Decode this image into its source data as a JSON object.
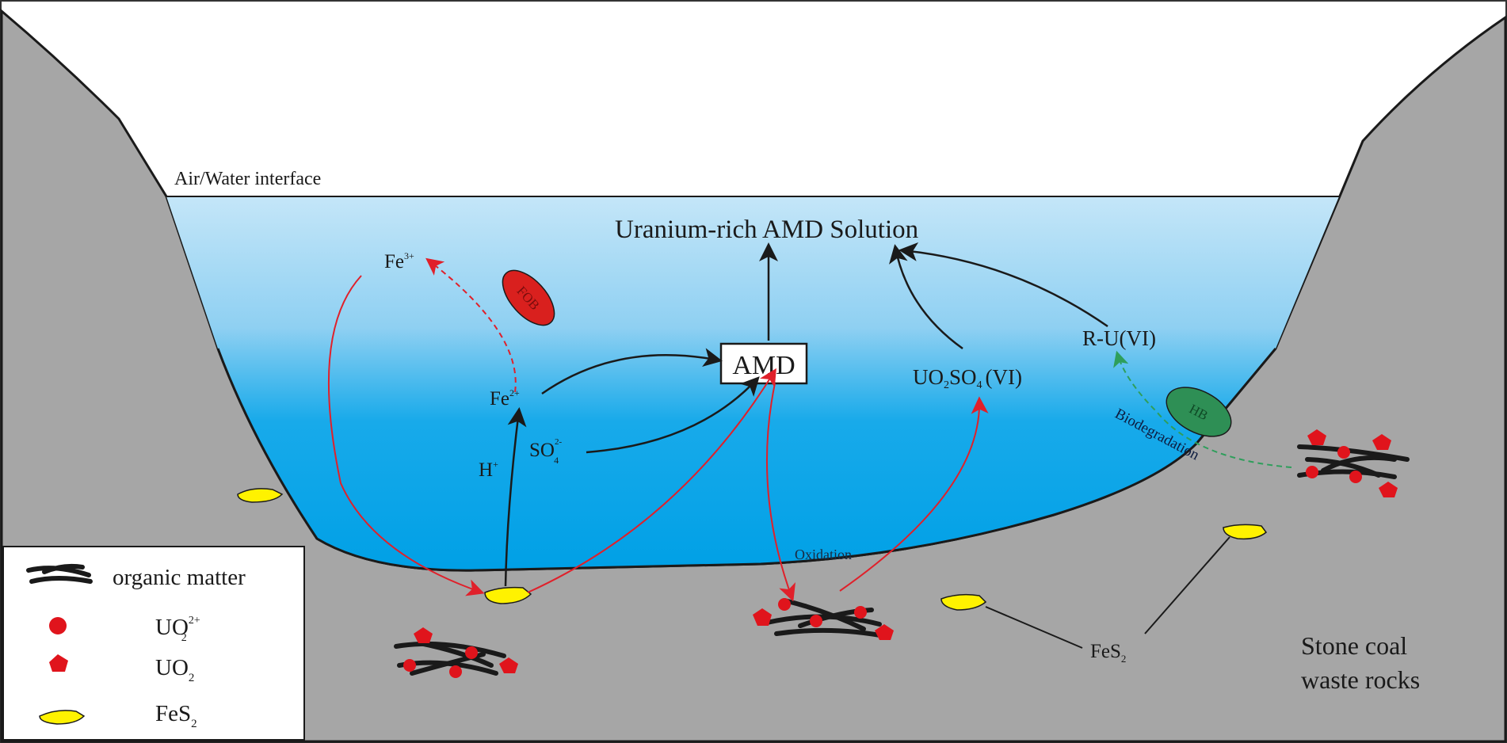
{
  "labels": {
    "interface": "Air/Water interface",
    "solution": "Uranium-rich AMD Solution",
    "amd": "AMD",
    "fe3": "Fe",
    "fe3_sup": "3+",
    "fe2": "Fe",
    "fe2_sup": "2+",
    "h": "H",
    "h_sup": "+",
    "so4": "SO",
    "so4_sub": "4",
    "so4_sup": "2-",
    "fob": "FOB",
    "hb": "HB",
    "uo2so4_a": "UO",
    "uo2so4_sub1": "2",
    "uo2so4_b": "SO",
    "uo2so4_sub2": "4",
    "uo2so4_c": "(VI)",
    "ru": "R-U(VI)",
    "biodegradation": "Biodegradation",
    "oxidation": "Oxidation",
    "fes2": "FeS",
    "fes2_sub": "2",
    "rocks_line1": "Stone  coal",
    "rocks_line2": "waste rocks"
  },
  "legend": {
    "organic": "organic matter",
    "uo2_ion": "UO",
    "uo2_ion_sub": "2",
    "uo2_ion_sup": "2+",
    "uo2": "UO",
    "uo2_sub": "2",
    "fes2": "FeS",
    "fes2_sub": "2"
  },
  "colors": {
    "rock": "#a6a6a6",
    "water_top": "#c4e6f8",
    "water_bottom": "#00a0e6",
    "arrow_black": "#1a1a1a",
    "arrow_red": "#e0202a",
    "arrow_green": "#2e9e5b",
    "fob_fill": "#d9201e",
    "hb_fill": "#2e8f55",
    "pyrite": "#fff200",
    "uranium": "#e0141c"
  }
}
